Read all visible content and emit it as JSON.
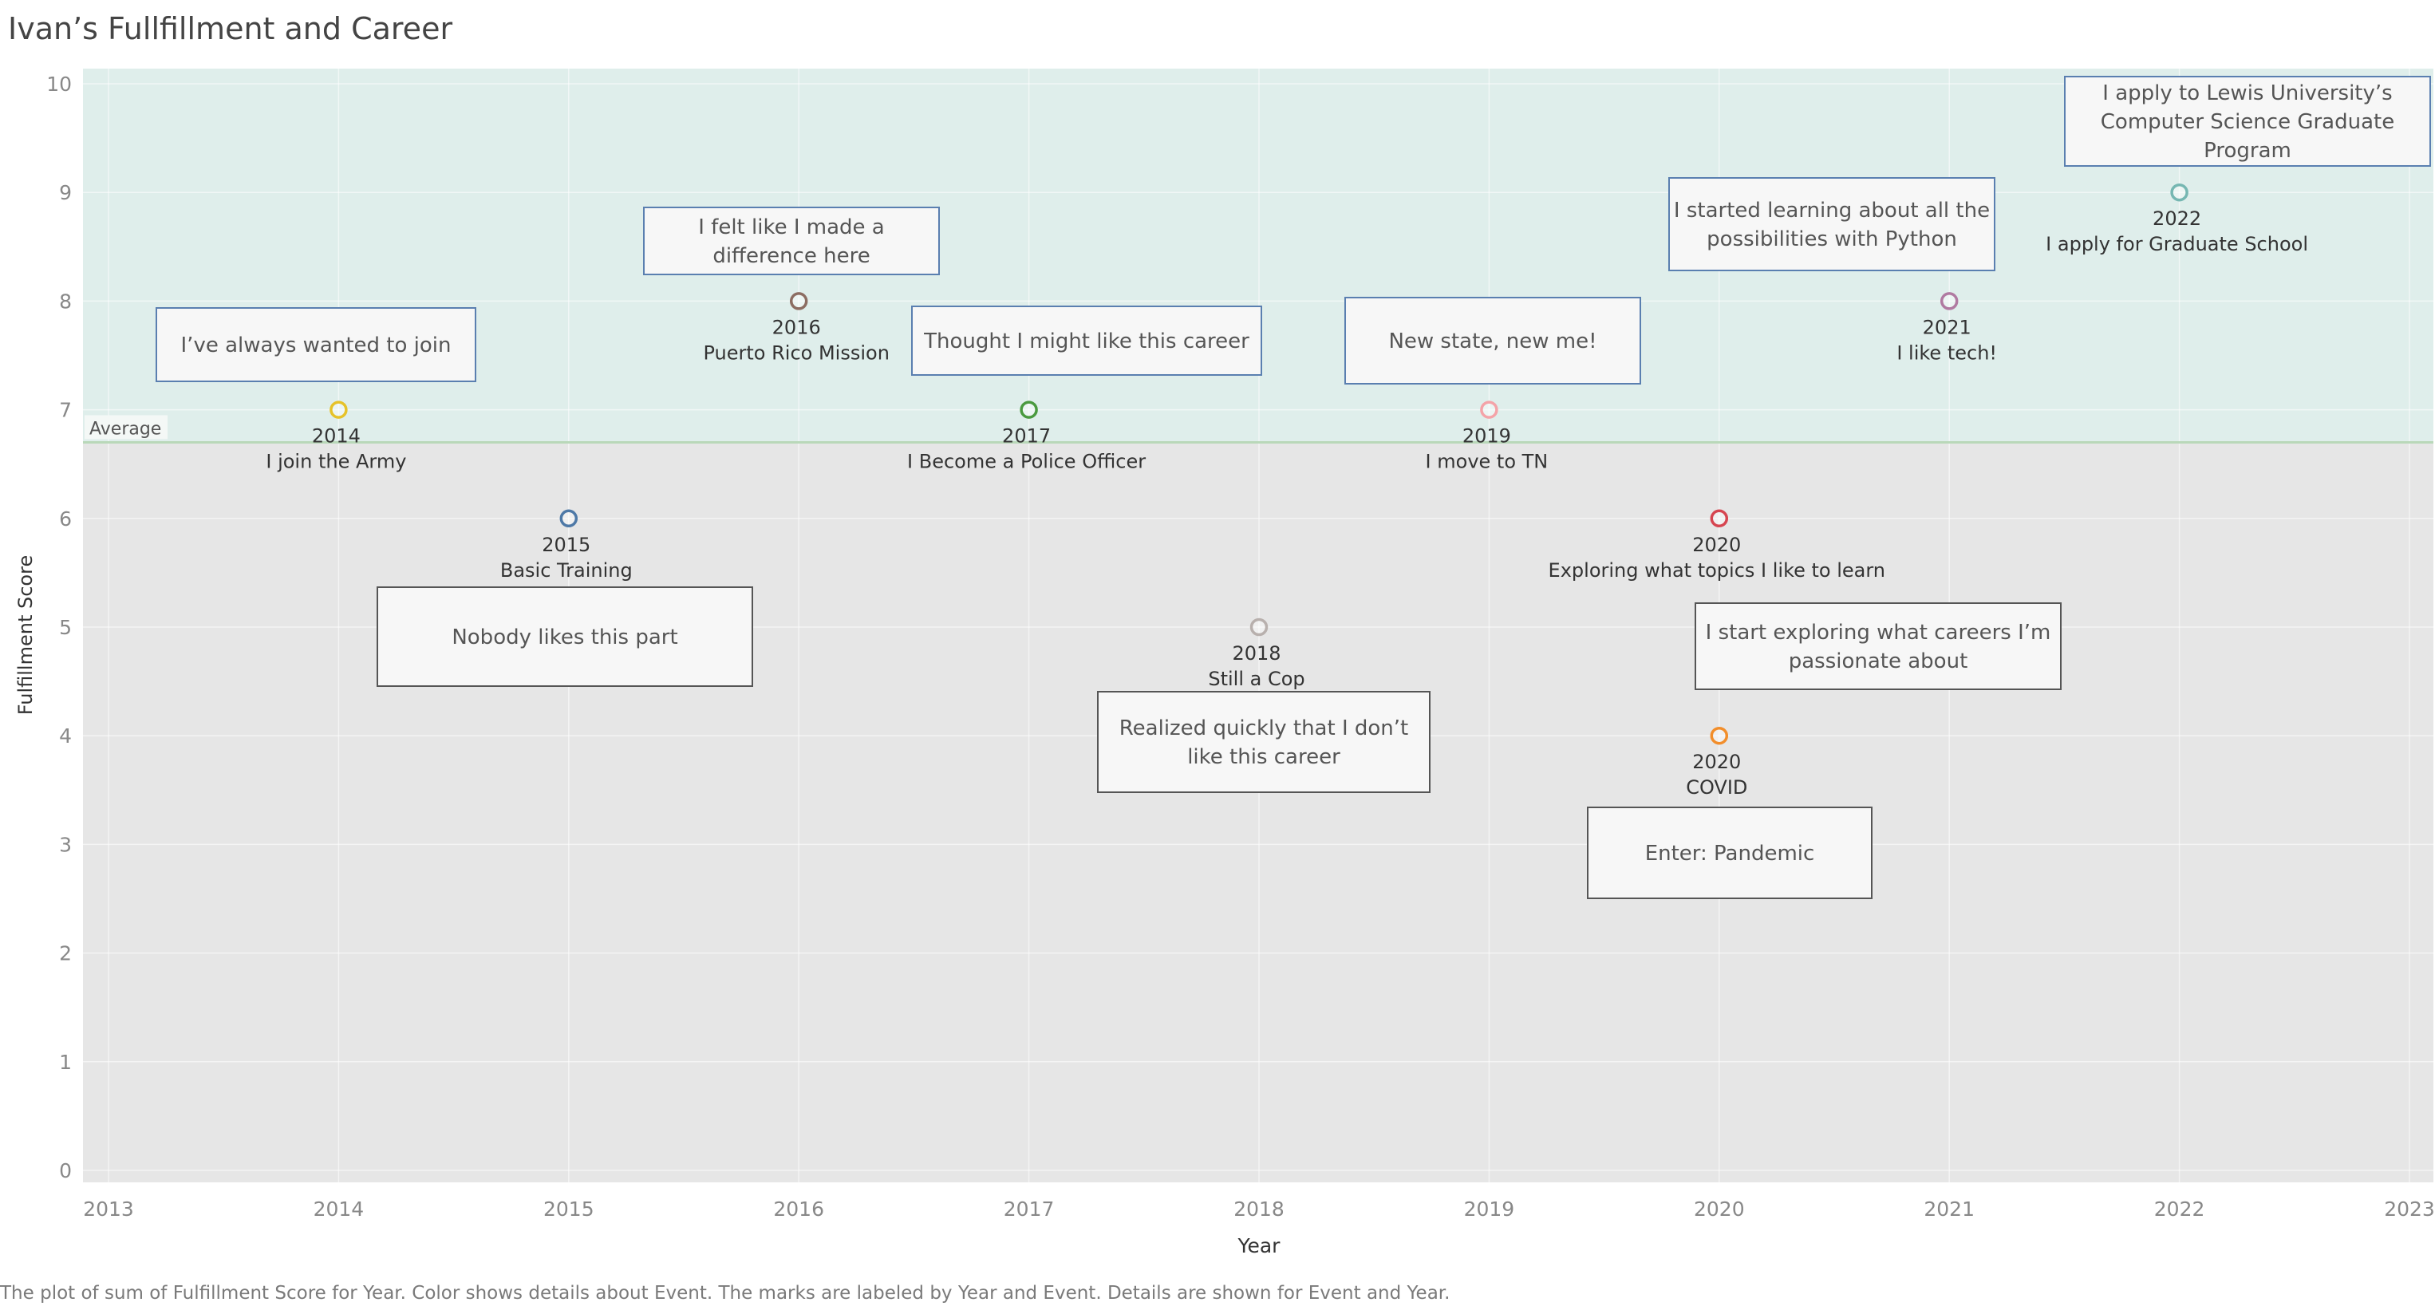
{
  "page": {
    "title": "Ivan’s Fullfillment and Career",
    "caption": "The plot of sum of Fulfillment Score for Year.  Color shows details about Event.  The marks are labeled by Year and Event.  Details are shown for Event and Year."
  },
  "chart_data": {
    "type": "scatter",
    "xlabel": "Year",
    "ylabel": "Fulfillment Score",
    "xlim": [
      2013,
      2023
    ],
    "ylim": [
      0,
      10
    ],
    "x_ticks": [
      2013,
      2014,
      2015,
      2016,
      2017,
      2018,
      2019,
      2020,
      2021,
      2022,
      2023
    ],
    "y_ticks": [
      0,
      1,
      2,
      3,
      4,
      5,
      6,
      7,
      8,
      9,
      10
    ],
    "grid": true,
    "reference_line": {
      "label": "Average",
      "value": 6.7,
      "color": "#b9d8b9"
    },
    "bands": {
      "above_color": "#dfeeeb",
      "below_color": "#e6e6e6"
    },
    "points": [
      {
        "year": "2014",
        "x": 2014,
        "y": 7,
        "event": "I join the Army",
        "color": "#e6c229"
      },
      {
        "year": "2015",
        "x": 2015,
        "y": 6,
        "event": "Basic Training",
        "color": "#4e79a7"
      },
      {
        "year": "2016",
        "x": 2016,
        "y": 8,
        "event": "Puerto Rico Mission",
        "color": "#8c6d62"
      },
      {
        "year": "2017",
        "x": 2017,
        "y": 7,
        "event": "I Become a Police Officer",
        "color": "#4a9a3f"
      },
      {
        "year": "2018",
        "x": 2018,
        "y": 5,
        "event": "Still a Cop",
        "color": "#b8b0ad"
      },
      {
        "year": "2019",
        "x": 2019,
        "y": 7,
        "event": "I move to TN",
        "color": "#f4a3a8"
      },
      {
        "year": "2020",
        "x": 2020,
        "y": 6,
        "event": "Exploring what topics I like to learn",
        "color": "#d64550"
      },
      {
        "year": "2020",
        "x": 2020,
        "y": 4,
        "event": "COVID",
        "color": "#f28e2b"
      },
      {
        "year": "2021",
        "x": 2021,
        "y": 8,
        "event": "I like tech!",
        "color": "#b07aa1"
      },
      {
        "year": "2022",
        "x": 2022,
        "y": 9,
        "event": "I apply for Graduate School",
        "color": "#76b7b2"
      }
    ],
    "annotations": [
      {
        "lines": [
          "I’ve always wanted to join"
        ],
        "x": 2014,
        "y": 7,
        "border": "#5a7fb0"
      },
      {
        "lines": [
          "Nobody likes this part"
        ],
        "x": 2015,
        "y": 6,
        "border": "#555555"
      },
      {
        "lines": [
          "I felt like I made a",
          "difference here"
        ],
        "x": 2016,
        "y": 8,
        "border": "#5a7fb0"
      },
      {
        "lines": [
          "Thought I might like this career"
        ],
        "x": 2017,
        "y": 7,
        "border": "#5a7fb0"
      },
      {
        "lines": [
          "Realized quickly that I don’t",
          "like this career"
        ],
        "x": 2018,
        "y": 5,
        "border": "#555555"
      },
      {
        "lines": [
          "New state, new me!"
        ],
        "x": 2019,
        "y": 7,
        "border": "#5a7fb0"
      },
      {
        "lines": [
          "I start exploring what careers I’m",
          "passionate about"
        ],
        "x": 2020,
        "y": 6,
        "border": "#555555"
      },
      {
        "lines": [
          "Enter: Pandemic"
        ],
        "x": 2020,
        "y": 4,
        "border": "#555555"
      },
      {
        "lines": [
          "I started learning about all the",
          "possibilities with Python"
        ],
        "x": 2021,
        "y": 8,
        "border": "#5a7fb0"
      },
      {
        "lines": [
          "I apply to Lewis University’s",
          "Computer Science Graduate",
          "Program"
        ],
        "x": 2022,
        "y": 9,
        "border": "#5a7fb0"
      }
    ]
  }
}
